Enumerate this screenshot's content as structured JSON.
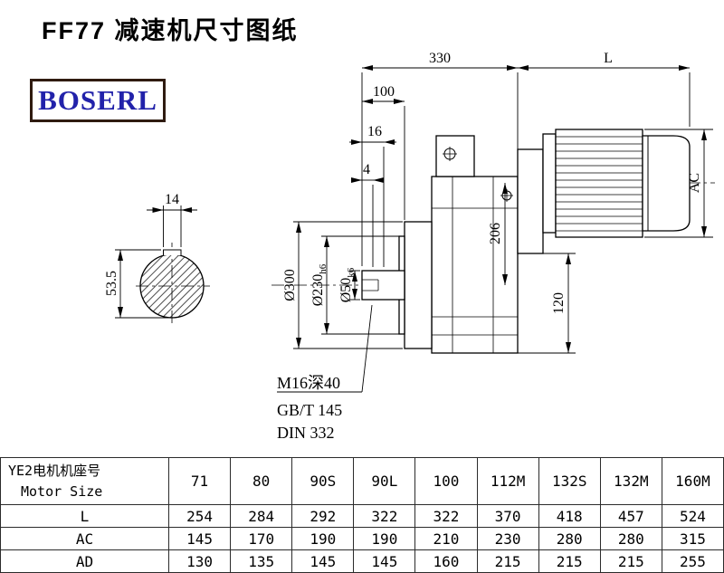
{
  "title": "FF77 减速机尺寸图纸",
  "logo": {
    "text": "BOSERL"
  },
  "drawing": {
    "dimensions": {
      "top_width": "330",
      "motor_length": "L",
      "shaft_length": "100",
      "flange_thickness": "16",
      "spigot_depth": "4",
      "motor_diameter": "AC",
      "center_height": "206",
      "foot_height": "120",
      "flange_diameter": "Ø300",
      "spigot_diameter": "Ø230",
      "spigot_tolerance": "h6",
      "shaft_diameter": "Ø50",
      "shaft_tolerance": "k6",
      "keyway_width": "14",
      "keyway_height": "53.5"
    },
    "notes": {
      "center_hole": "M16深40",
      "standard_gb": "GB/T 145",
      "standard_din": "DIN 332"
    }
  },
  "table": {
    "row_header_line1": "YE2电机机座号",
    "row_header_line2": "Motor Size",
    "sizes": [
      "71",
      "80",
      "90S",
      "90L",
      "100",
      "112M",
      "132S",
      "132M",
      "160M"
    ],
    "rows": [
      {
        "label": "L",
        "values": [
          "254",
          "284",
          "292",
          "322",
          "322",
          "370",
          "418",
          "457",
          "524"
        ]
      },
      {
        "label": "AC",
        "values": [
          "145",
          "170",
          "190",
          "190",
          "210",
          "230",
          "280",
          "280",
          "315"
        ]
      },
      {
        "label": "AD",
        "values": [
          "130",
          "135",
          "145",
          "145",
          "160",
          "215",
          "215",
          "215",
          "255"
        ]
      }
    ]
  }
}
